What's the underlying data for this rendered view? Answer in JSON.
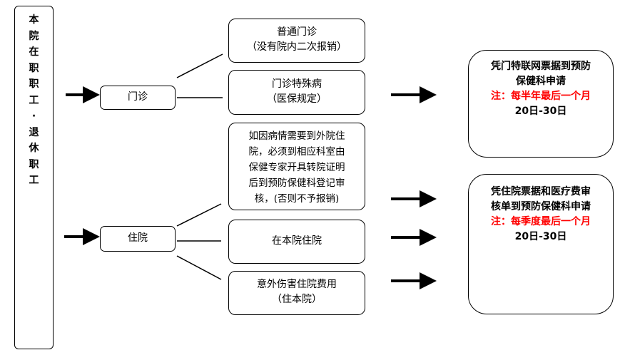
{
  "employees": {
    "label_chars": [
      "本",
      "院",
      "在",
      "职",
      "职",
      "工",
      "·",
      "退",
      "休",
      "职",
      "工"
    ]
  },
  "outpatient": {
    "label": "门诊",
    "normal": {
      "line1": "普通门诊",
      "line2": "（没有院内二次报销）"
    },
    "special": {
      "line1": "门诊特殊病",
      "line2": "（医保规定）"
    },
    "result": {
      "line1": "凭门特联网票据到预防",
      "line2": "保健科申请",
      "note1": "注：每半年最后一个月",
      "note2": "20日-30日"
    }
  },
  "inpatient": {
    "label": "住院",
    "transfer": {
      "lines": [
        "如因病情需要到外院住",
        "院，必须到相应科室由",
        "保健专家开具转院证明",
        "后到预防保健科登记审",
        "核，(否则不予报销)"
      ]
    },
    "local": {
      "label": "在本院住院"
    },
    "accident": {
      "line1": "意外伤害住院费用",
      "line2": "（住本院）"
    },
    "result": {
      "line1": "凭住院票据和医疗费审",
      "line2": "核单到预防保健科申请",
      "note1": "注：每季度最后一个月",
      "note2": "20日-30日"
    }
  },
  "colors": {
    "note": "#ff0000",
    "line": "#000000"
  }
}
